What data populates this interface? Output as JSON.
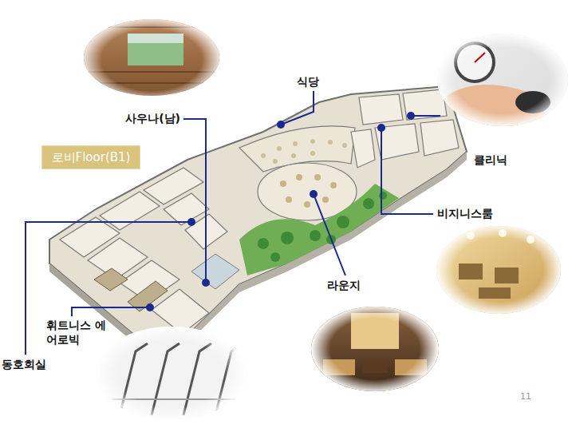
{
  "diagram": {
    "nodes": [
      {
        "text": [
          "로비Floor(B1)"
        ]
      }
    ],
    "labels": [
      "식당",
      "사우나(남)",
      "클리닉",
      "비지니스룸",
      "라운지",
      "휘트니스 에어로빅",
      "동호회실",
      "11"
    ]
  }
}
